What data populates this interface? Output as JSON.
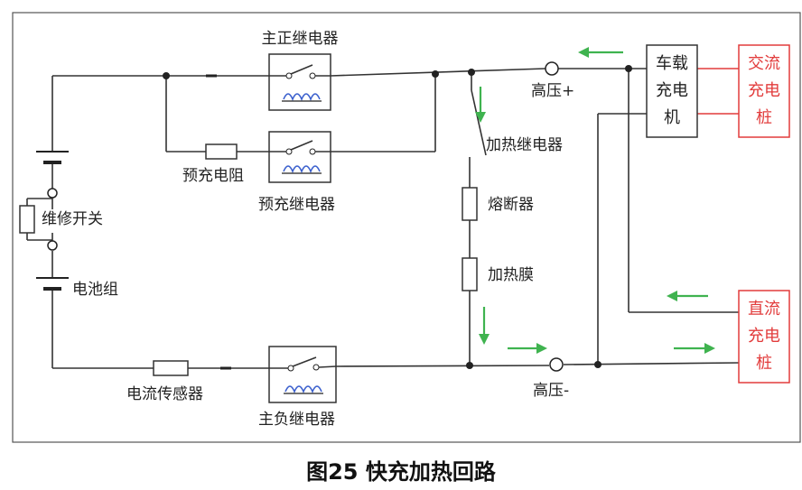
{
  "labels": {
    "main_pos_relay": "主正继电器",
    "precharge_resistor": "预充电阻",
    "precharge_relay": "预充继电器",
    "maintenance_switch": "维修开关",
    "battery_pack": "电池组",
    "current_sensor": "电流传感器",
    "main_neg_relay": "主负继电器",
    "hv_plus": "高压+",
    "hv_minus": "高压-",
    "heating_relay": "加热继电器",
    "fuse": "熔断器",
    "heating_film": "加热膜"
  },
  "obc": {
    "line1": "车载",
    "line2": "充电",
    "line3": "机"
  },
  "ac_pile": {
    "line1": "交流",
    "line2": "充电",
    "line3": "桩"
  },
  "dc_pile": {
    "line1": "直流",
    "line2": "充电",
    "line3": "桩"
  },
  "caption": "图25 快充加热回路",
  "colors": {
    "arrow": "#3fb34f",
    "pile": "#e23c3c",
    "wire": "#333333"
  }
}
